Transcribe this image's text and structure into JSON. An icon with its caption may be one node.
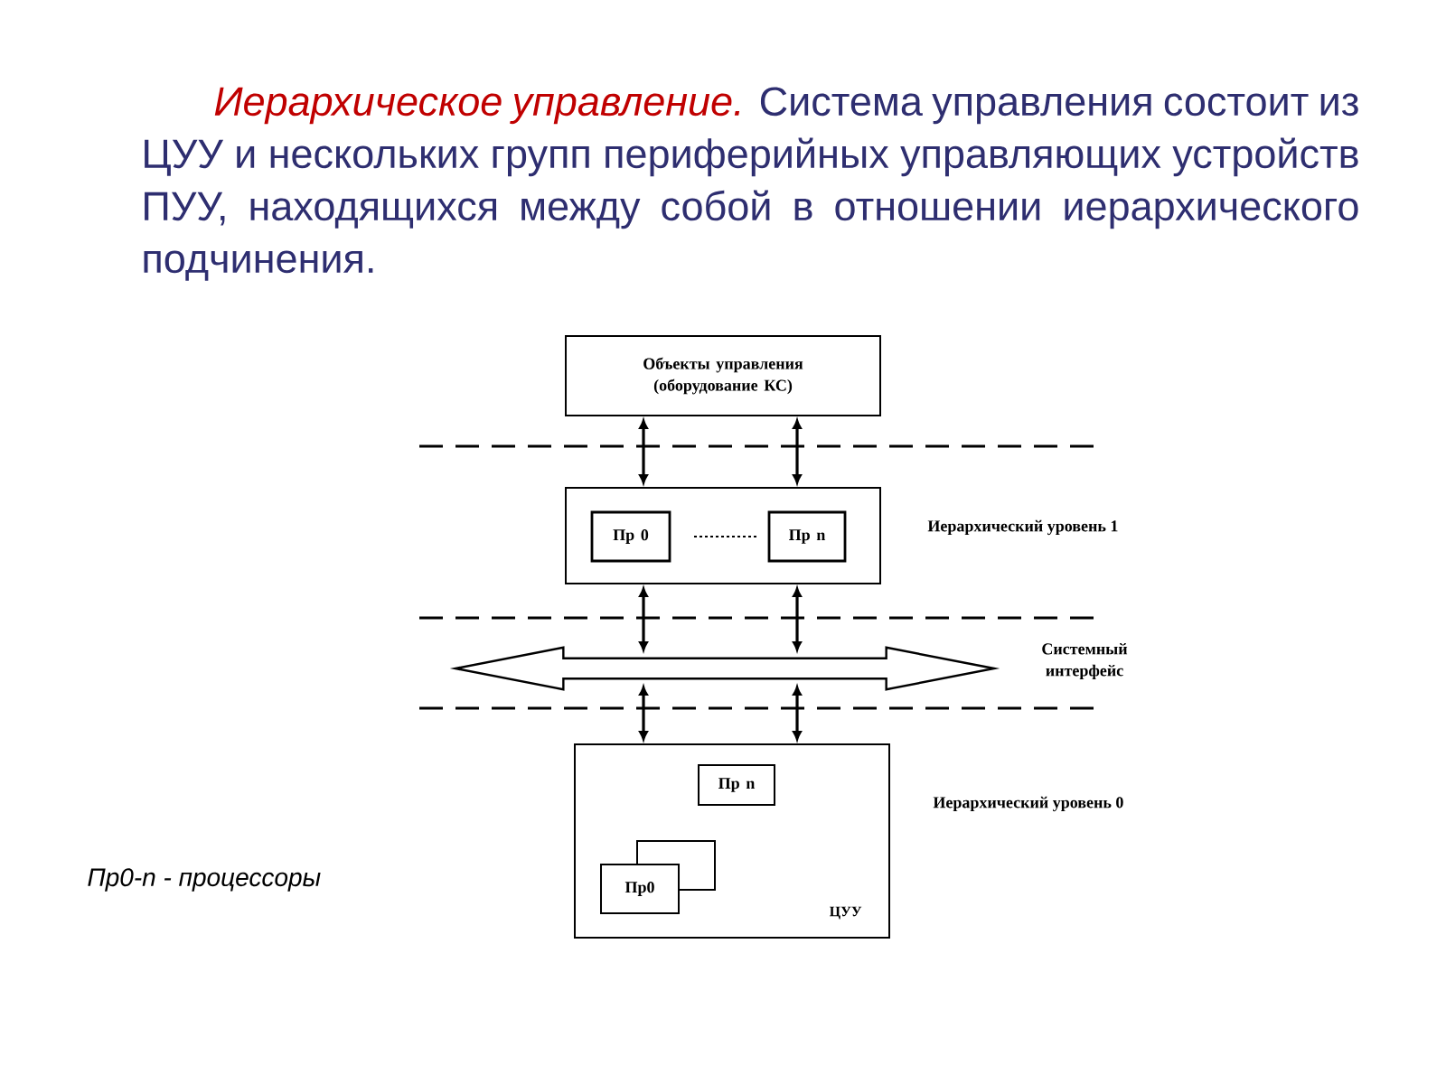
{
  "diagram": {
    "title": "Иерархическое управление.",
    "nodes": [
      {
        "text": [
          "Объекты управления (оборудование КС)"
        ]
      },
      {
        "text": [],
        "shape": "box",
        "beside": [
          "Иерархический уровень 1"
        ]
      },
      {
        "text": [
          "Пр 0"
        ],
        "in": 1
      },
      {
        "text": [
          "Пр n"
        ],
        "in": 1
      },
      {
        "text": [],
        "shape": "arrow",
        "beside": [
          "Системный интерфейс"
        ]
      },
      {
        "text": [
          "ЦУУ"
        ],
        "beside": [
          "Иерархический уровень 0"
        ]
      },
      {
        "text": [
          "Пр n"
        ],
        "in": 5
      },
      {
        "text": [
          "Пр0"
        ],
        "in": 5
      }
    ],
    "edges": [
      {
        "from": 0,
        "to": 1,
        "arrow": "both"
      },
      {
        "from": 0,
        "to": 1,
        "arrow": "both"
      },
      {
        "from": 1,
        "to": 4,
        "arrow": "both"
      },
      {
        "from": 1,
        "to": 4,
        "arrow": "both"
      },
      {
        "from": 4,
        "to": 5,
        "arrow": "both"
      },
      {
        "from": 4,
        "to": 5,
        "arrow": "both"
      }
    ],
    "labels": [
      "Система управления состоит из ЦУУ и нескольких групп периферийных управляющих устройств ПУУ, находящихся между собой в отношении иерархического подчинения.",
      "Пр0-n - процессоры"
    ]
  }
}
